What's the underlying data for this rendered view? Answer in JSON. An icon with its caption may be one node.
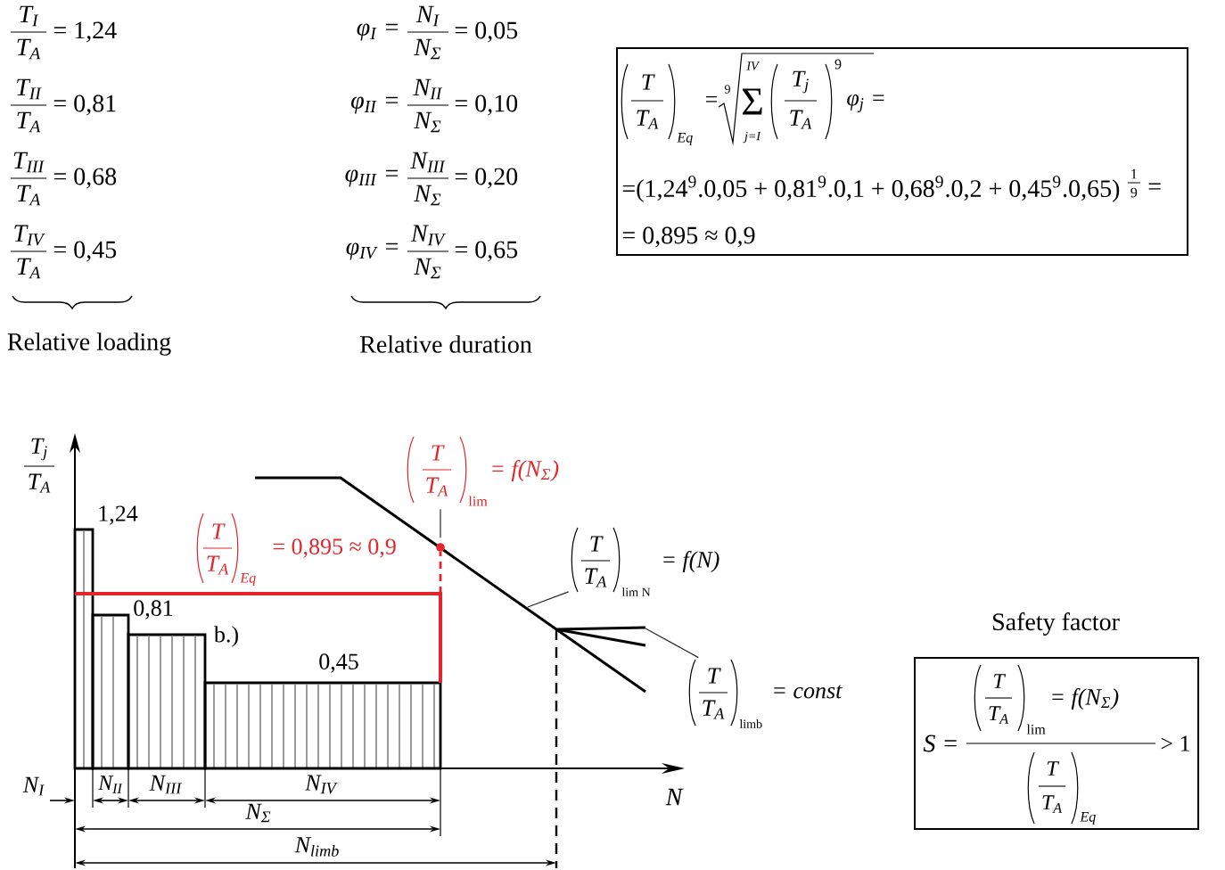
{
  "diagram": {
    "nodes": [
      {
        "text": [
          "T",
          "T$_{A}$",
          "Eq",
          "=",
          "9",
          "IV",
          "Σ",
          "j=I",
          "T$_{j}$",
          "T$_{A}$",
          "9",
          "φ$_{j}$ =",
          "=(1,24$^{9}$.0,05 + 0,81$^{9}$.0,1 + 0,68$^{9}$.0,2 + 0,45$^{9}$.0,65)",
          "1",
          "9",
          "=",
          "= 0,895 ≈ 0,9"
        ]
      },
      {
        "text": [
          "Safety factor",
          "S =",
          "T",
          "T$_{A}$",
          "lim",
          "= f(N$_{Σ}$)",
          "T",
          "T$_{A}$",
          "Eq",
          "> 1"
        ]
      },
      {
        "text": [
          "T",
          "T$_{A}$",
          "lim",
          "= f(N$_{Σ}$)"
        ]
      },
      {
        "text": [
          "T",
          "T$_{A}$",
          "lim N",
          "= f(N)"
        ]
      },
      {
        "text": [
          "T",
          "T$_{A}$",
          "limb",
          "= const"
        ]
      },
      {
        "text": [],
        "shape": "line"
      }
    ],
    "edges": [
      {
        "from": 2,
        "to": 5,
        "arrow": "none"
      },
      {
        "from": 3,
        "to": 5,
        "arrow": "none"
      },
      {
        "from": 4,
        "to": 5,
        "arrow": "none"
      }
    ],
    "labels": [
      "T$_{I}$",
      "T$_{A}$",
      "= 1,24",
      "T$_{II}$",
      "T$_{A}$",
      "= 0,81",
      "T$_{III}$",
      "T$_{A}$",
      "= 0,68",
      "T$_{IV}$",
      "T$_{A}$",
      "= 0,45",
      "Relative loading",
      "φ$_{I}$ =",
      "N$_{I}$",
      "N$_{Σ}$",
      "= 0,05",
      "φ$_{II}$ =",
      "N$_{II}$",
      "N$_{Σ}$",
      "= 0,10",
      "φ$_{III}$ =",
      "N$_{III}$",
      "N$_{Σ}$",
      "= 0,20",
      "φ$_{IV}$ =",
      "N$_{IV}$",
      "N$_{Σ}$",
      "= 0,65",
      "Relative duration",
      "T$_{j}$",
      "T$_{A}$",
      "1,24",
      "T",
      "T$_{A}$",
      "Eq",
      "= 0,895 ≈ 0,9",
      "0,81",
      "b.)",
      "0,45",
      "N",
      "N$_{I}$",
      "N$_{II}$",
      "N$_{III}$",
      "N$_{IV}$",
      "N$_{Σ}$",
      "N$_{limb}$"
    ]
  }
}
